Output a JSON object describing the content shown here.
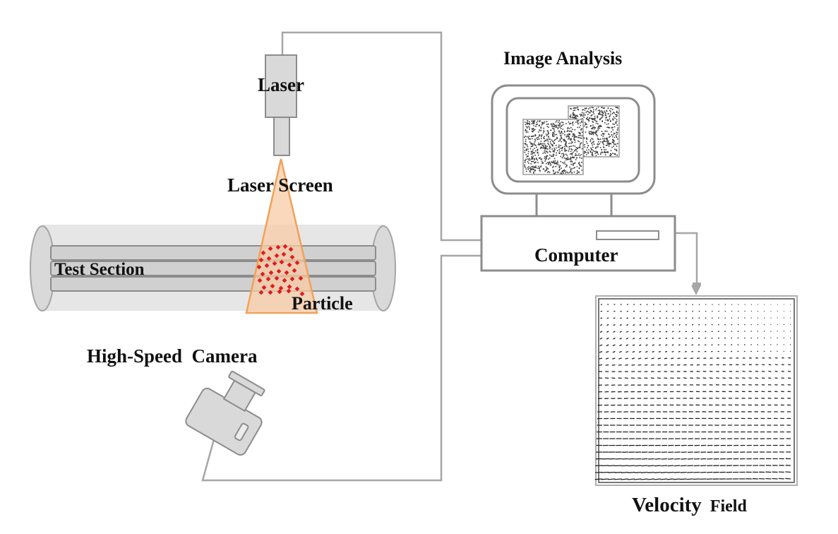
{
  "labels": {
    "laser": "Laser",
    "laser_screen": "Laser Screen",
    "test_section": "Test Section",
    "particle": "Particle",
    "high_speed_camera": "High-Speed  Camera",
    "image_analysis": "Image Analysis",
    "computer": "Computer",
    "velocity": "Velocity",
    "field": "Field"
  },
  "colors": {
    "outline": "#8c8c8c",
    "equipment_fill": "#d9d9d9",
    "tube_fill": "#e6e6e6",
    "laser_sheet_fill": "#f8cba6",
    "laser_sheet_stroke": "#f0a25a",
    "particle": "#e11b1b",
    "wire": "#a6a6a6",
    "arrow": "#a6a6a6",
    "vector": "#222222"
  },
  "icons": {
    "laser": "laser-device-icon",
    "camera": "camera-icon",
    "monitor": "monitor-icon",
    "computer": "computer-case-icon",
    "arrow": "arrow-icon"
  }
}
